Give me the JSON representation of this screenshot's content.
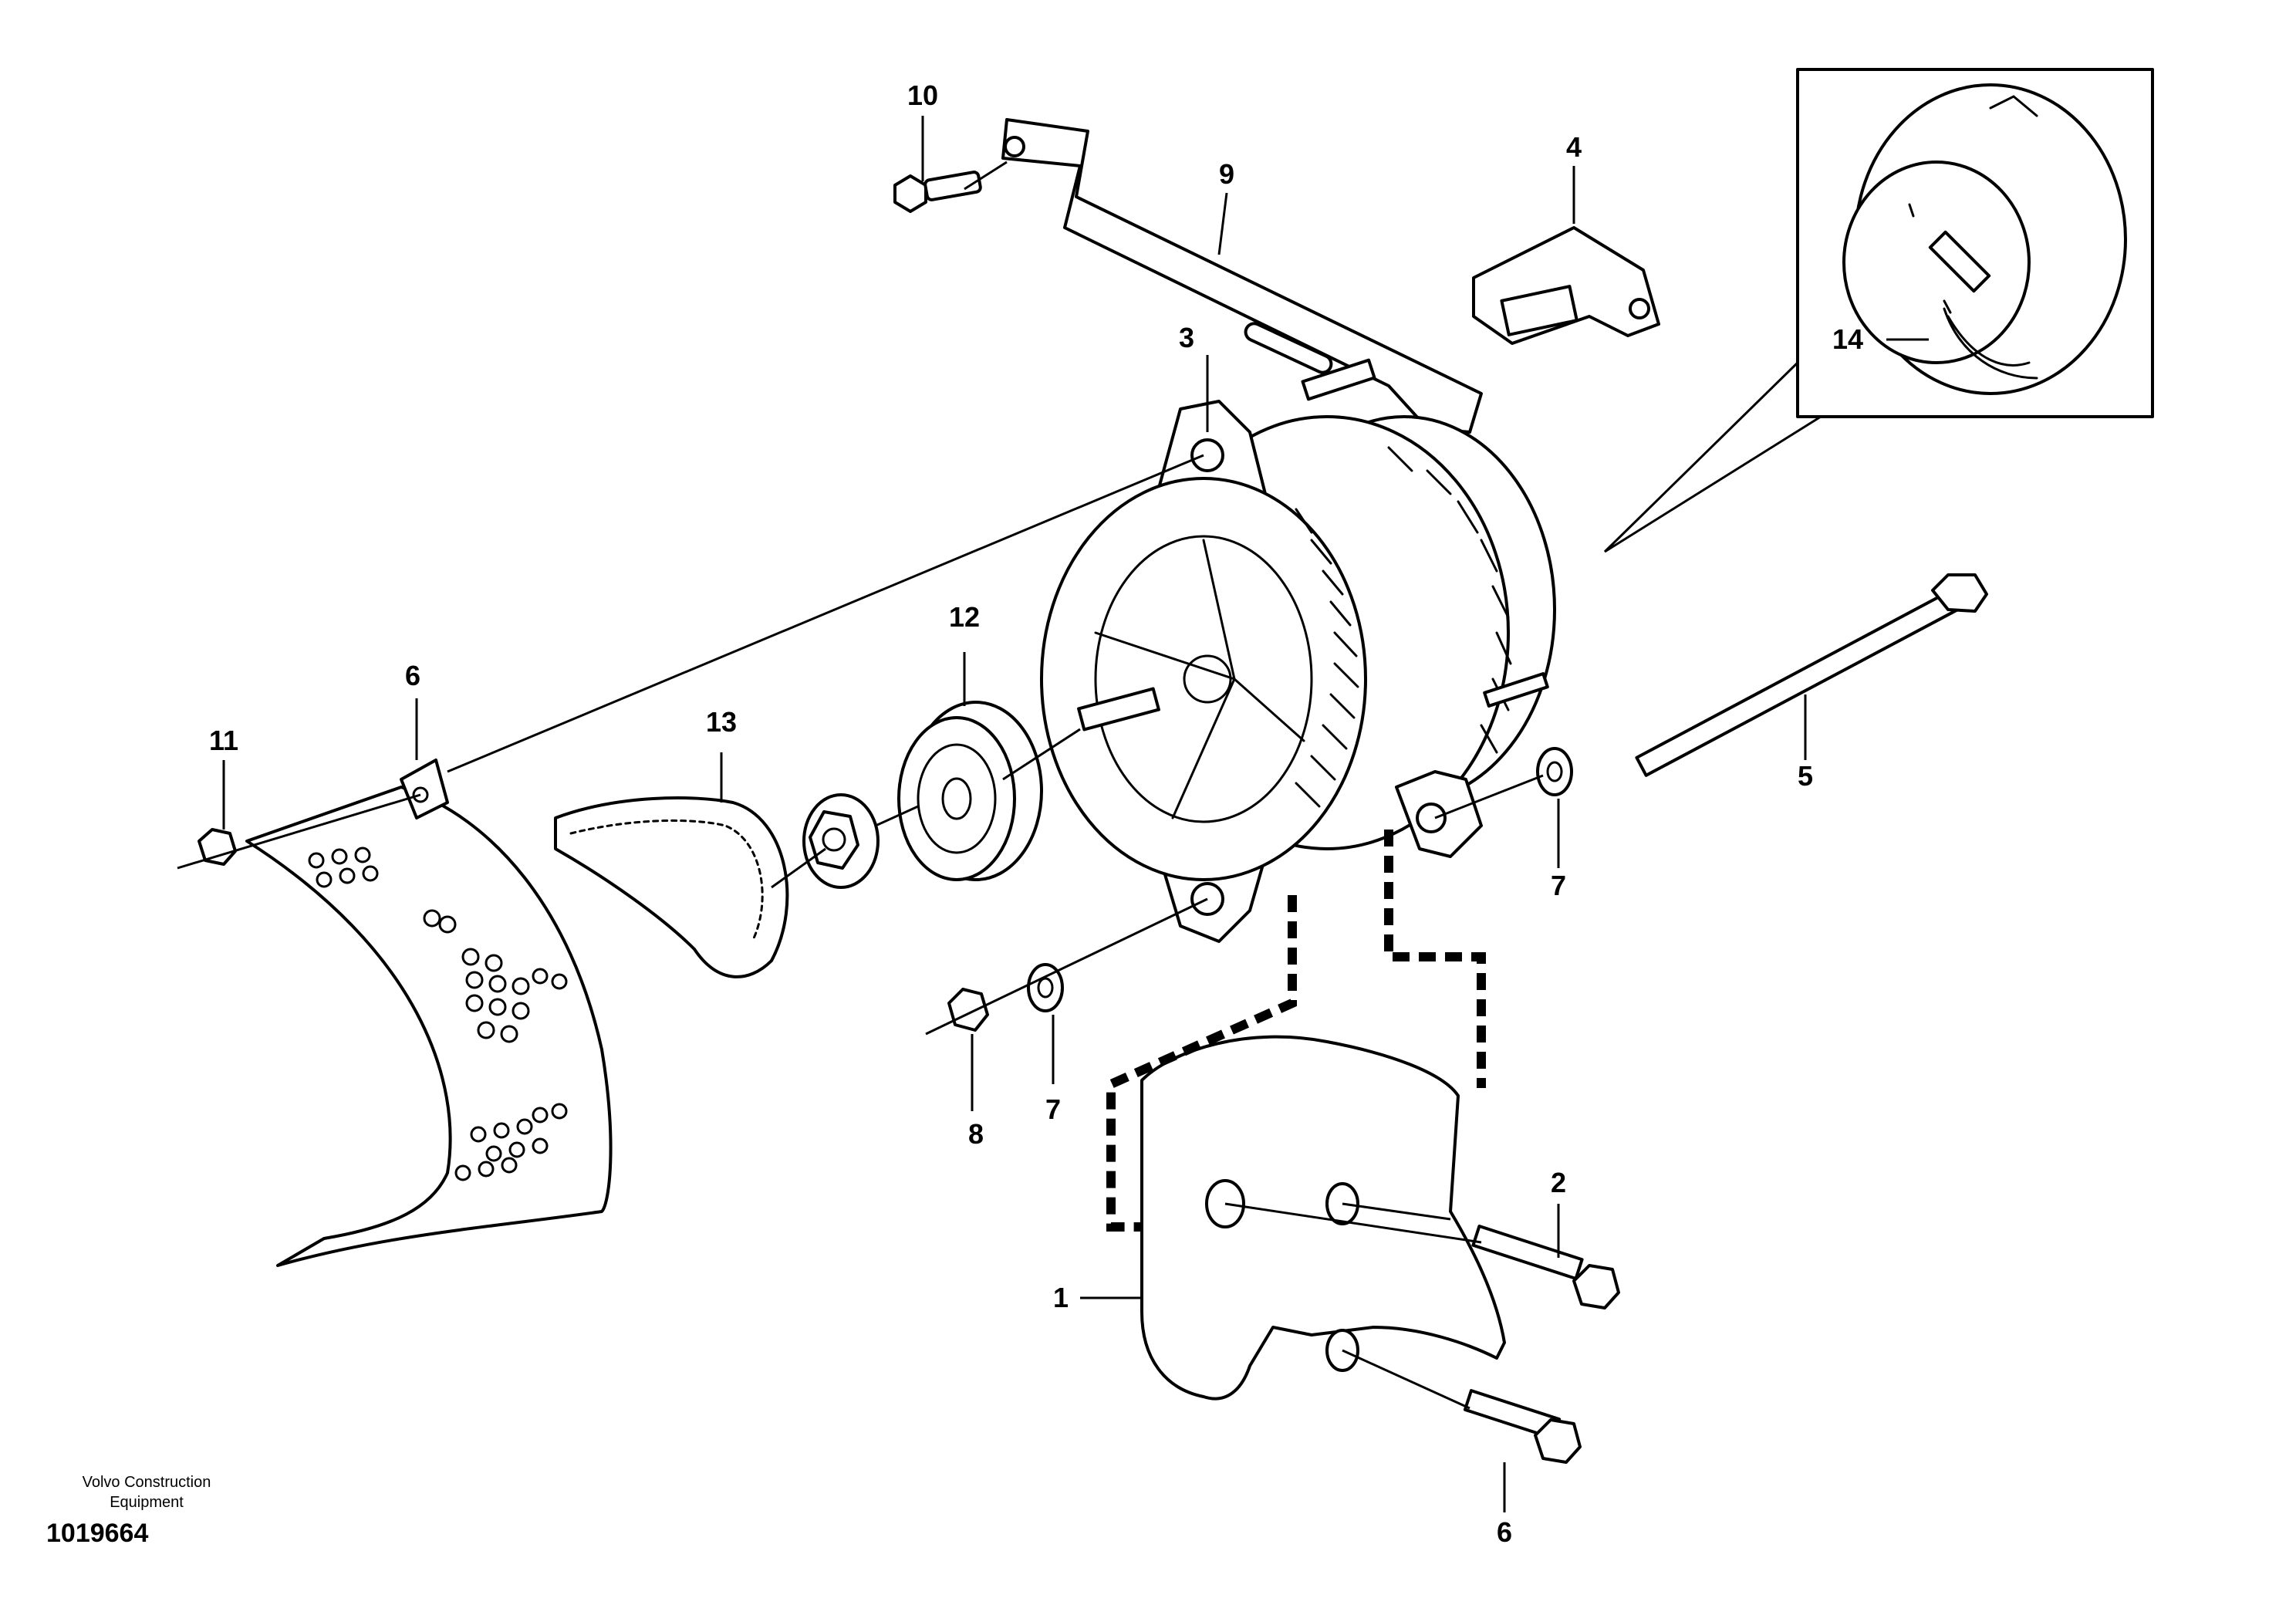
{
  "callouts": {
    "c1": "1",
    "c2": "2",
    "c3": "3",
    "c4": "4",
    "c5": "5",
    "c6a": "6",
    "c6b": "6",
    "c7a": "7",
    "c7b": "7",
    "c8": "8",
    "c9": "9",
    "c10": "10",
    "c11": "11",
    "c12": "12",
    "c13": "13",
    "c14": "14"
  },
  "credit": {
    "line1": "Volvo Construction",
    "line2": "Equipment"
  },
  "drawing_number": "1019664"
}
